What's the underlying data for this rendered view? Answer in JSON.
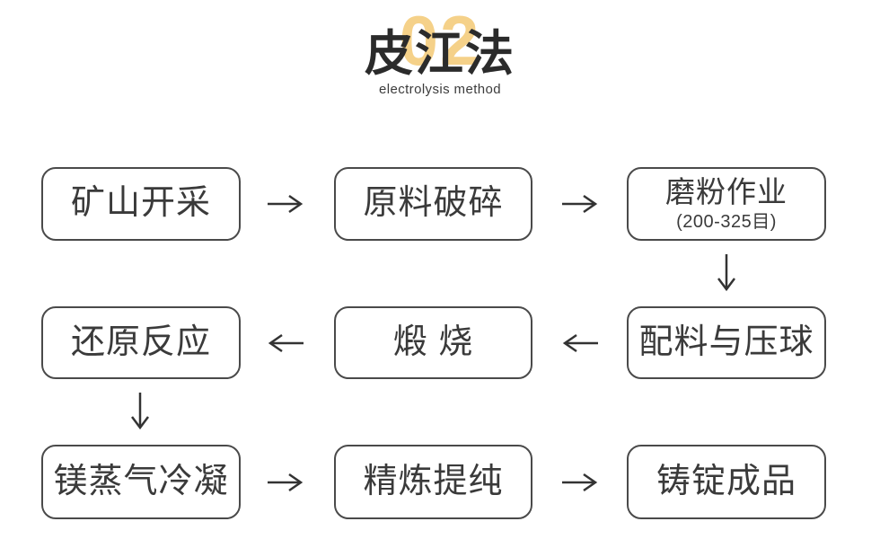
{
  "header": {
    "number": "02",
    "title": "皮江法",
    "subtitle": "electrolysis method"
  },
  "colors": {
    "accent_yellow": "#F5D189",
    "title_black": "#2B2B2B",
    "box_border": "#4A4A4A",
    "box_text": "#3A3A3A",
    "arrow": "#333333",
    "background": "#FFFFFF"
  },
  "flowchart": {
    "boxes": [
      {
        "label": "矿山开采"
      },
      {
        "label": "原料破碎"
      },
      {
        "label": "磨粉作业",
        "sublabel": "(200-325目)"
      },
      {
        "label": "还原反应"
      },
      {
        "label": "煅 烧"
      },
      {
        "label": "配料与压球"
      },
      {
        "label": "镁蒸气冷凝"
      },
      {
        "label": "精炼提纯"
      },
      {
        "label": "铸锭成品"
      }
    ],
    "arrows": [
      {
        "icon": "arrow-right-icon",
        "from": "矿山开采",
        "to": "原料破碎"
      },
      {
        "icon": "arrow-right-icon",
        "from": "原料破碎",
        "to": "磨粉作业"
      },
      {
        "icon": "arrow-down-icon",
        "from": "磨粉作业",
        "to": "配料与压球"
      },
      {
        "icon": "arrow-left-icon",
        "from": "配料与压球",
        "to": "煅烧"
      },
      {
        "icon": "arrow-left-icon",
        "from": "煅烧",
        "to": "还原反应"
      },
      {
        "icon": "arrow-down-icon",
        "from": "还原反应",
        "to": "镁蒸气冷凝"
      },
      {
        "icon": "arrow-right-icon",
        "from": "镁蒸气冷凝",
        "to": "精炼提纯"
      },
      {
        "icon": "arrow-right-icon",
        "from": "精炼提纯",
        "to": "铸锭成品"
      }
    ]
  }
}
